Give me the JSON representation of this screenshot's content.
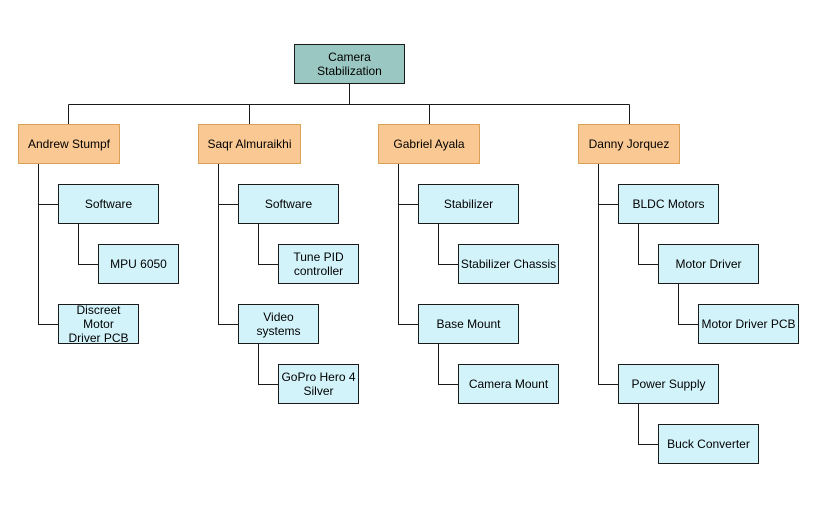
{
  "root": {
    "line1": "Camera",
    "line2": "Stabilization"
  },
  "people": [
    {
      "name": "Andrew Stumpf",
      "tasks": [
        {
          "label": "Software",
          "sub": [
            {
              "line1": "MPU 6050"
            }
          ]
        },
        {
          "line1": "Discreet Motor",
          "line2": "Driver PCB"
        }
      ]
    },
    {
      "name": "Saqr Almuraikhi",
      "tasks": [
        {
          "label": "Software",
          "sub": [
            {
              "line1": "Tune PID",
              "line2": "controller"
            }
          ]
        },
        {
          "label": "Video systems",
          "sub": [
            {
              "line1": "GoPro Hero 4",
              "line2": "Silver"
            }
          ]
        }
      ]
    },
    {
      "name": "Gabriel Ayala",
      "tasks": [
        {
          "label": "Stabilizer",
          "sub": [
            {
              "line1": "Stabilizer Chassis"
            }
          ]
        },
        {
          "label": "Base Mount",
          "sub": [
            {
              "line1": "Camera Mount"
            }
          ]
        }
      ]
    },
    {
      "name": "Danny Jorquez",
      "tasks": [
        {
          "label": "BLDC Motors",
          "sub": [
            {
              "line1": "Motor Driver",
              "sub": [
                {
                  "line1": "Motor Driver PCB"
                }
              ]
            }
          ]
        },
        {
          "label": "Power Supply",
          "sub": [
            {
              "line1": "Buck Converter"
            }
          ]
        }
      ]
    }
  ],
  "colors": {
    "root_fill": "#9ac7c1",
    "person_fill": "#fac892",
    "task_fill": "#d2f3fa",
    "connector": "#1a1a1a"
  }
}
